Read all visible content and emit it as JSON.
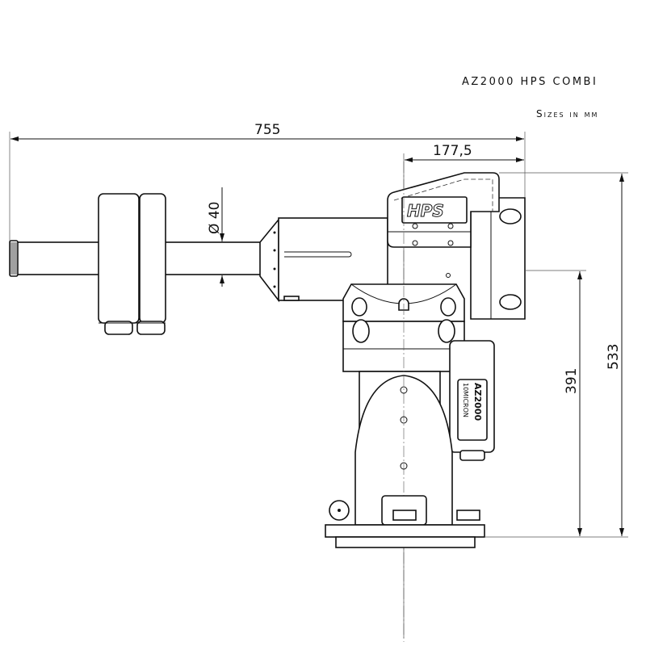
{
  "title": "AZ2000 HPS COMBI",
  "subtitle": "Sizes in mm",
  "dimensions": {
    "overall_length": "755",
    "head_offset": "177,5",
    "shaft_diameter": "Ø 40",
    "saddle_height": "391",
    "total_height": "533"
  },
  "labels": {
    "hps_badge": "HPS",
    "plate_model": "AZ2000",
    "plate_brand": "10MICRON"
  }
}
